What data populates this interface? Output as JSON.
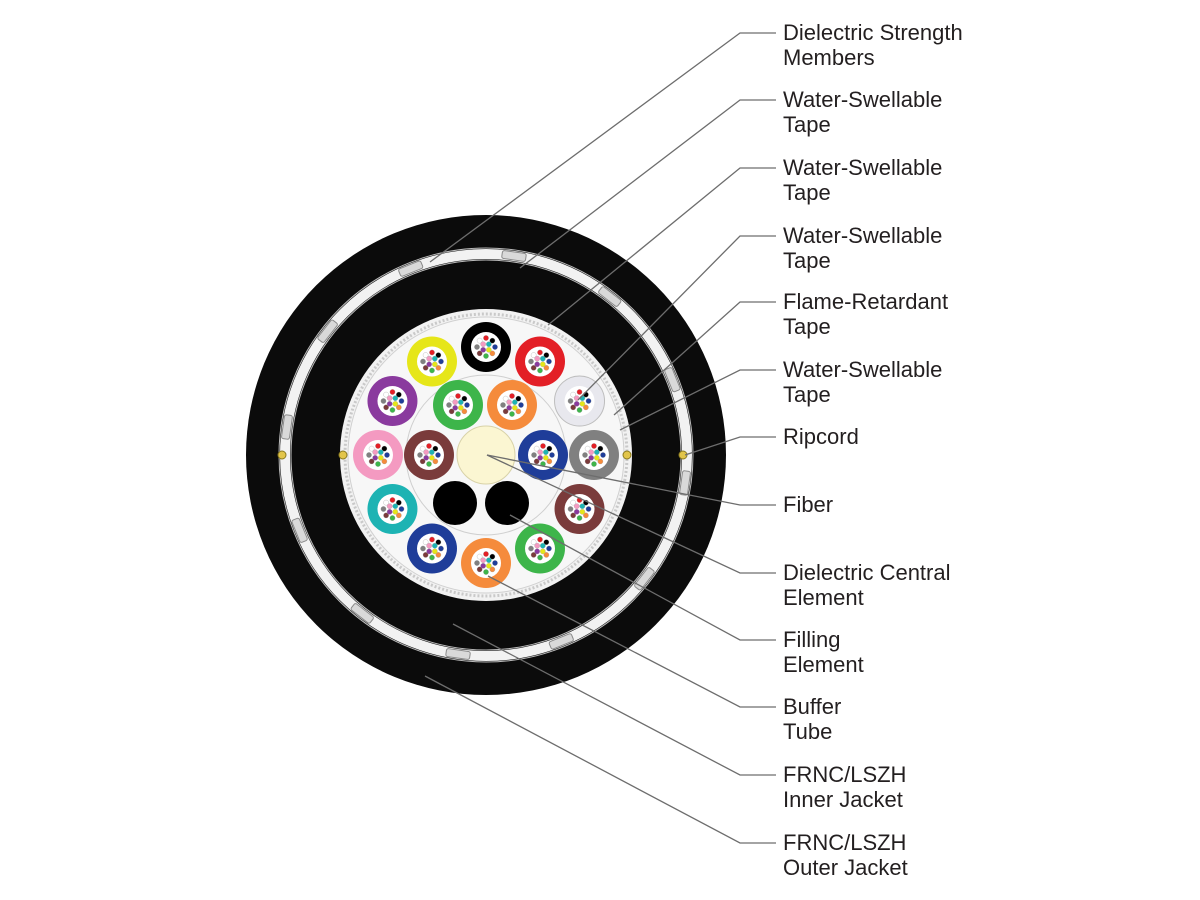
{
  "labels": [
    {
      "line1": "Dielectric Strength",
      "line2": "Members"
    },
    {
      "line1": "Water-Swellable",
      "line2": "Tape"
    },
    {
      "line1": "Water-Swellable",
      "line2": "Tape"
    },
    {
      "line1": "Water-Swellable",
      "line2": "Tape"
    },
    {
      "line1": "Flame-Retardant",
      "line2": "Tape"
    },
    {
      "line1": "Water-Swellable",
      "line2": "Tape"
    },
    {
      "line1": "Ripcord",
      "line2": ""
    },
    {
      "line1": "Fiber",
      "line2": ""
    },
    {
      "line1": "Dielectric Central",
      "line2": "Element"
    },
    {
      "line1": "Filling",
      "line2": "Element"
    },
    {
      "line1": "Buffer",
      "line2": "Tube"
    },
    {
      "line1": "FRNC/LSZH",
      "line2": "Inner Jacket"
    },
    {
      "line1": "FRNC/LSZH",
      "line2": "Outer Jacket"
    }
  ],
  "colors": {
    "jacket": "#0b0b0b",
    "tape": "#f2f2f2",
    "core_fill": "#f7f7f7",
    "central_element": "#fbf6d2",
    "filling_element": "#000000",
    "ripcord": "#e2c54a",
    "leader_line": "#6d6d6d",
    "text": "#231f20"
  },
  "outer_tubes": [
    "#000000",
    "#e31f26",
    "#e8e8ee",
    "#808080",
    "#7a3b3b",
    "#3db54a",
    "#f58b3c",
    "#1f3d99",
    "#1db3b3",
    "#f49ac1",
    "#8a3a9e",
    "#e6e619"
  ],
  "inner_tubes": [
    "#f58b3c",
    "#1f3d99",
    "#7a3b3b",
    "#3db54a"
  ],
  "fiber_colors": [
    "#1f3d99",
    "#f58b3c",
    "#3db54a",
    "#7a3b3b",
    "#808080",
    "#ffffff",
    "#e31f26",
    "#000000",
    "#e6e619",
    "#8a3a9e",
    "#f49ac1",
    "#1db3b3"
  ]
}
